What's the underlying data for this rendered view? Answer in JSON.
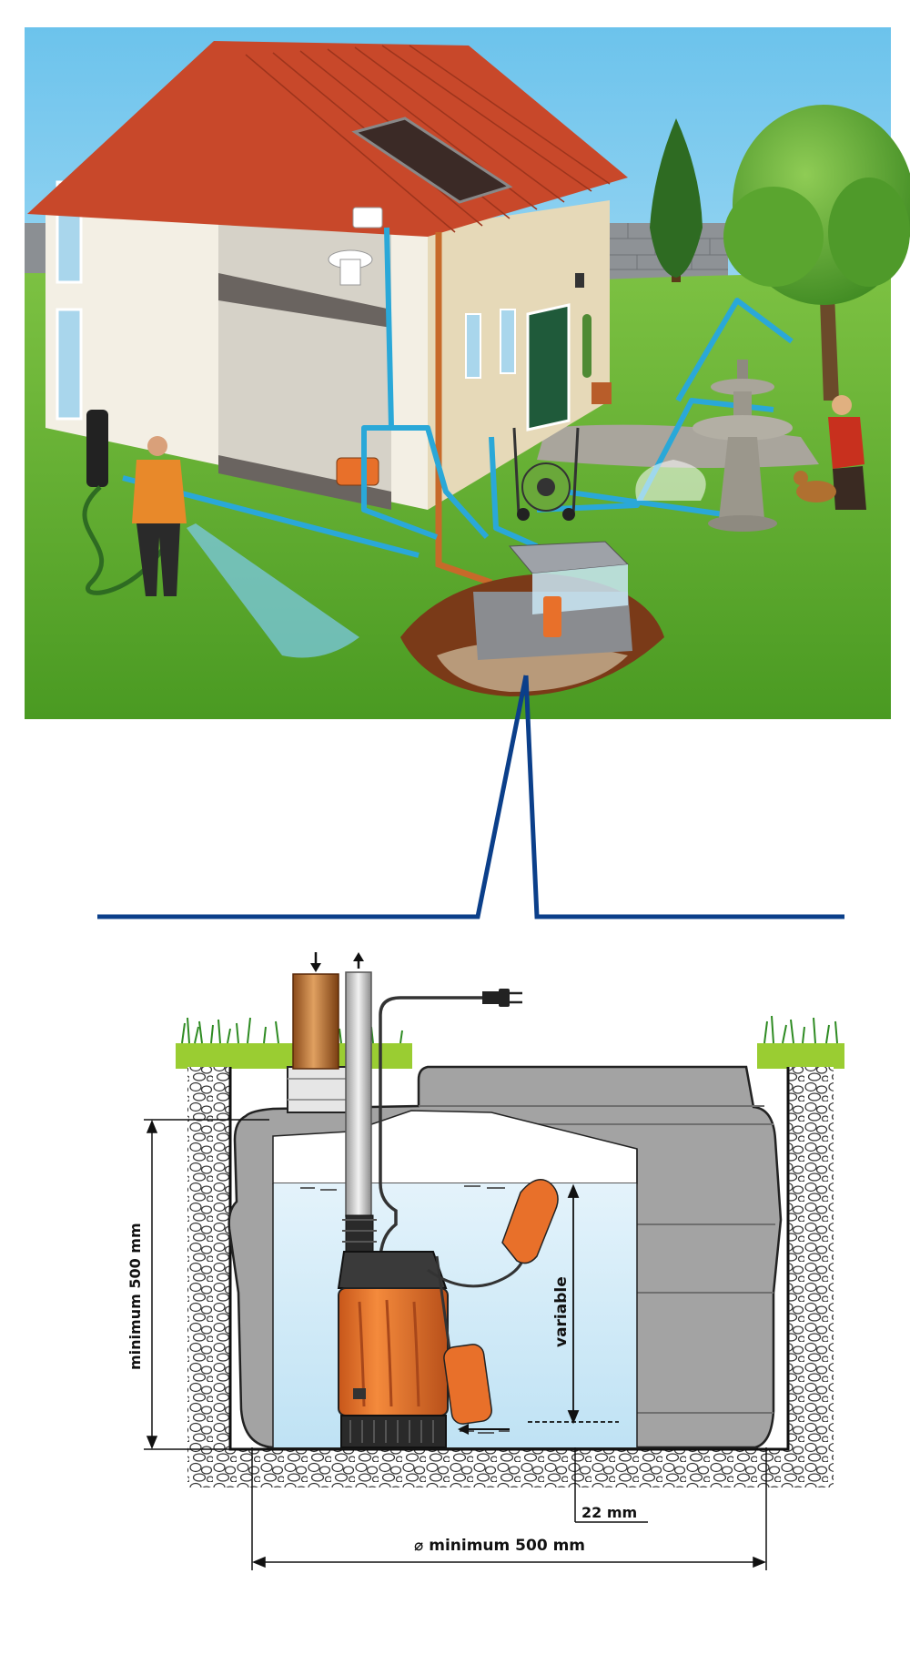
{
  "labels": {
    "height_min": "minimum 500 mm",
    "variable": "variable",
    "gap": "22 mm",
    "diameter_symbol": "⌀",
    "diameter_min": "minimum 500 mm"
  },
  "colors": {
    "sky": "#8fd0ef",
    "grass": "#5aa62a",
    "roof": "#c5462a",
    "wall": "#f0ead8",
    "water_pipe": "#2aa8d8",
    "callout_line": "#0b3f8a",
    "pump_orange": "#e8702a",
    "tank_grey": "#9b9b9b",
    "water": "#cfe9f6"
  }
}
